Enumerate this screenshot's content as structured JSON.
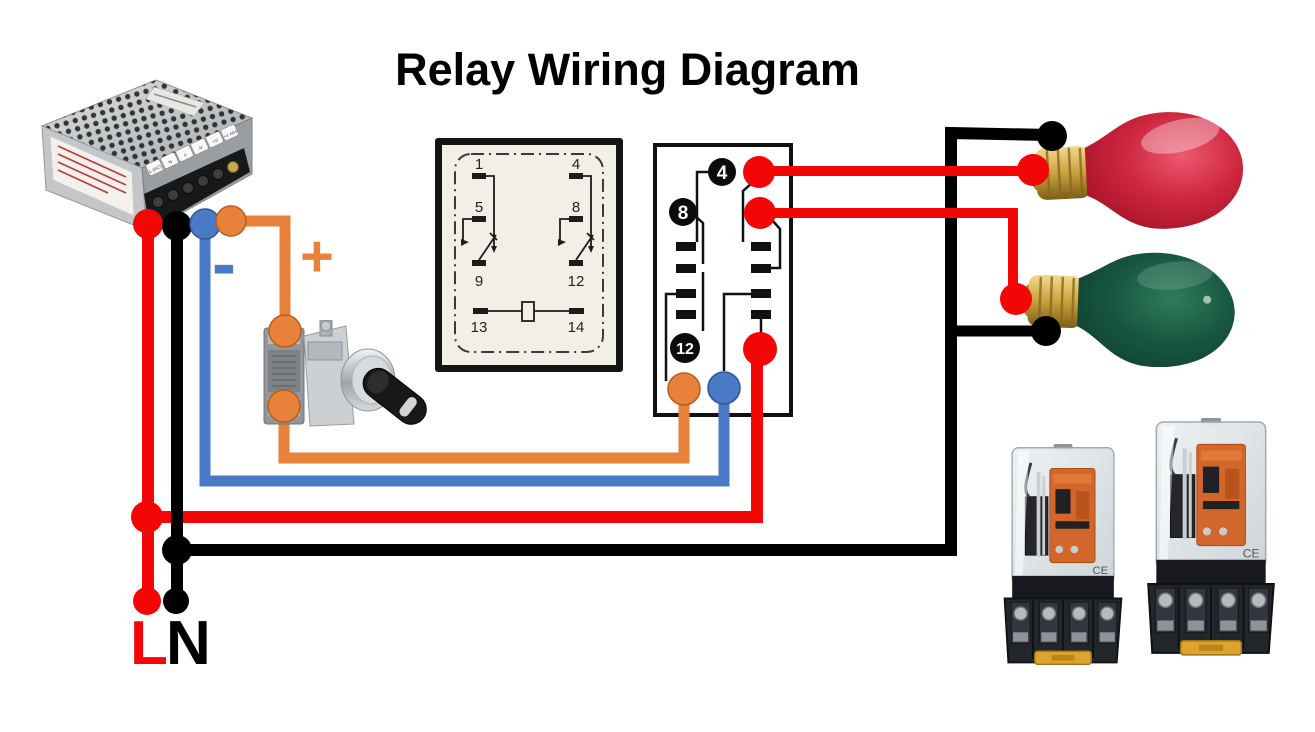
{
  "title": "Relay Wiring Diagram",
  "labels": {
    "dc_plus": "+",
    "dc_minus": "-",
    "line": "L",
    "neutral": "N"
  },
  "colors": {
    "wire_red": "#f50606",
    "wire_black": "#000000",
    "wire_blue": "#4a79c6",
    "wire_orange": "#e8823a",
    "dot_outline_orange": "#b55f1c",
    "dot_outline_blue": "#2f5597",
    "bulb_red": "#d02740",
    "bulb_green": "#175540",
    "brass": "#caa23e",
    "schematic_bg": "#f2efe6",
    "socket_bg": "#ffffff"
  },
  "power_supply": {
    "terminal_labels": [
      "L (AC)",
      "N",
      "⏚",
      "-V",
      "+V",
      "+V ADJ"
    ]
  },
  "relay_schematic": {
    "pins": [
      "1",
      "4",
      "5",
      "8",
      "9",
      "12",
      "13",
      "14"
    ]
  },
  "socket_pinout": {
    "badges": [
      "4",
      "8",
      "12"
    ]
  },
  "relay_units": {
    "marking": "CE"
  }
}
